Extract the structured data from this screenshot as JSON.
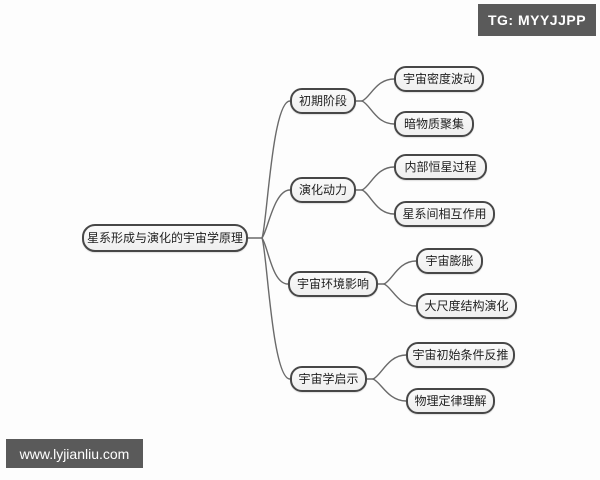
{
  "badges": {
    "telegram": "TG: MYYJJPP",
    "website": "www.lyjianliu.com"
  },
  "mindmap": {
    "root": "星系形成与演化的宇宙学原理",
    "branches": [
      {
        "label": "初期阶段",
        "children": [
          "宇宙密度波动",
          "暗物质聚集"
        ]
      },
      {
        "label": "演化动力",
        "children": [
          "内部恒星过程",
          "星系间相互作用"
        ]
      },
      {
        "label": "宇宙环境影响",
        "children": [
          "宇宙膨胀",
          "大尺度结构演化"
        ]
      },
      {
        "label": "宇宙学启示",
        "children": [
          "宇宙初始条件反推",
          "物理定律理解"
        ]
      }
    ]
  },
  "colors": {
    "node_border": "#474747",
    "node_fill": "#f5f5f5",
    "connector": "#6a6a6a",
    "badge_bg": "#5a5a5a",
    "badge_text": "#ffffff",
    "background": "#fdfdfd"
  }
}
